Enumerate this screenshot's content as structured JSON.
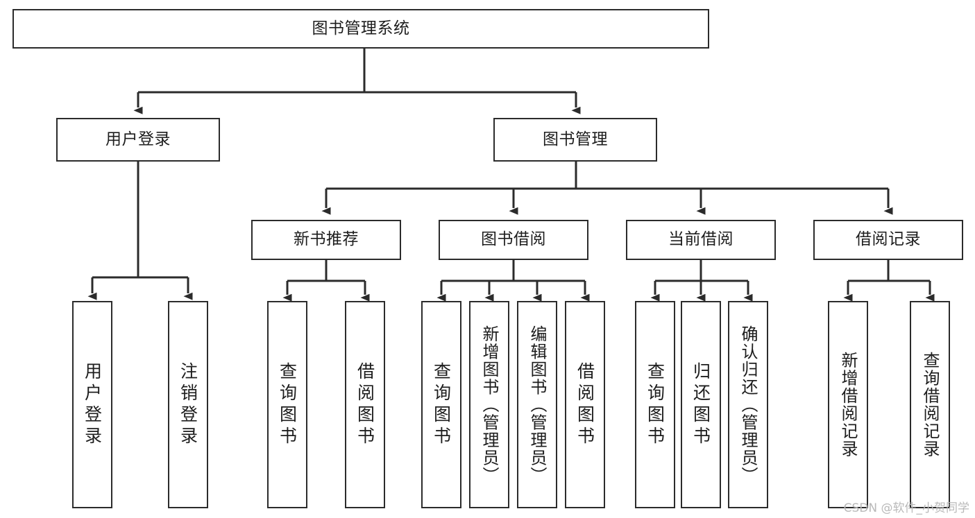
{
  "diagram": {
    "title": "图书管理系统",
    "type": "tree-hierarchy-diagram",
    "colors": {
      "stroke": "#2b2b2b",
      "background": "#ffffff",
      "text": "#1d1d1d",
      "watermark": "#b9b9b9"
    },
    "levels": {
      "root": {
        "label": "图书管理系统"
      },
      "level2": [
        {
          "label": "用户登录"
        },
        {
          "label": "图书管理"
        }
      ],
      "level3": [
        {
          "label": "新书推荐"
        },
        {
          "label": "图书借阅"
        },
        {
          "label": "当前借阅"
        },
        {
          "label": "借阅记录"
        }
      ],
      "leaves": {
        "user_login": [
          {
            "label": "用户登录"
          },
          {
            "label": "注销登录"
          }
        ],
        "new_book_recommend": [
          {
            "label": "查询图书"
          },
          {
            "label": "借阅图书"
          }
        ],
        "book_borrow": [
          {
            "label": "查询图书"
          },
          {
            "label": "新增图书（管理员）"
          },
          {
            "label": "编辑图书（管理员）"
          },
          {
            "label": "借阅图书"
          }
        ],
        "current_borrow": [
          {
            "label": "查询图书"
          },
          {
            "label": "归还图书"
          },
          {
            "label": "确认归还（管理员）"
          }
        ],
        "borrow_record": [
          {
            "label": "新增借阅记录"
          },
          {
            "label": "查询借阅记录"
          }
        ]
      }
    },
    "watermark": "CSDN @软件_小贺同学"
  }
}
